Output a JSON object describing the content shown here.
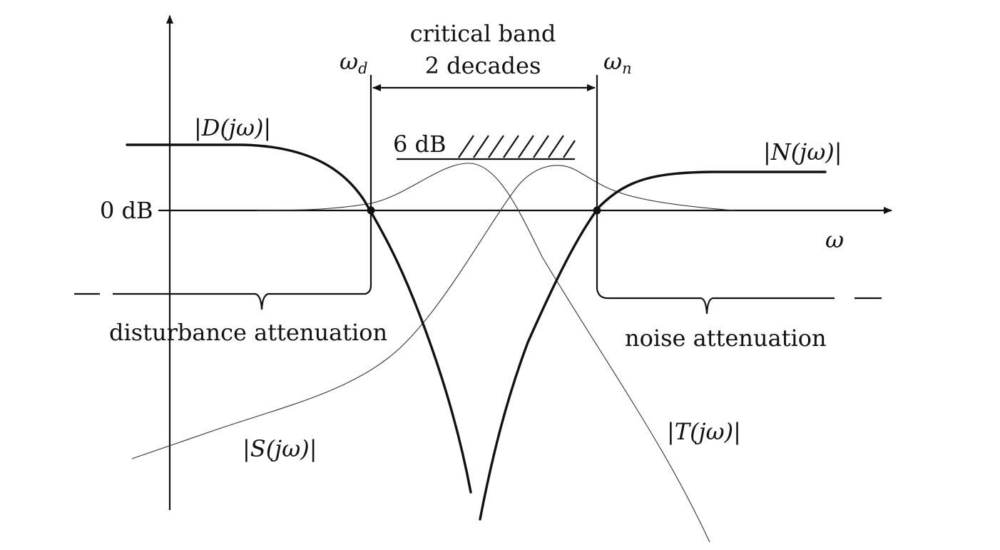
{
  "labels": {
    "critical_band_line1": "critical band",
    "critical_band_line2": "2 decades",
    "omega_d": "ω",
    "omega_d_sub": "d",
    "omega_n": "ω",
    "omega_n_sub": "n",
    "d_mag": "|D(jω)|",
    "n_mag": "|N(jω)|",
    "s_mag": "|S(jω)|",
    "t_mag": "|T(jω)|",
    "six_db": "6 dB",
    "zero_db": "0 dB",
    "omega_axis": "ω",
    "disturbance_attenuation": "disturbance attenuation",
    "noise_attenuation": "noise attenuation"
  },
  "icons": {
    "crossing_marker": "filled-dot",
    "arrow_heads": "filled-triangle"
  }
}
